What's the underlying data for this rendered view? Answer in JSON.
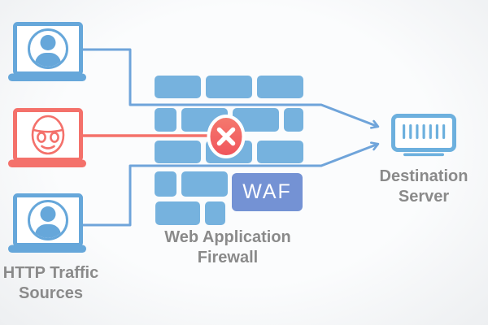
{
  "diagram_title": "Web Application Firewall diagram",
  "labels": {
    "sources": "HTTP Traffic Sources",
    "firewall": "Web Application Firewall",
    "waf_badge": "WAF",
    "destination": "Destination Server"
  },
  "sources": {
    "items": [
      {
        "id": "legit-user-top",
        "icon": "user-avatar-icon",
        "status": "allowed"
      },
      {
        "id": "malicious-user",
        "icon": "hacker-face-icon",
        "status": "blocked"
      },
      {
        "id": "legit-user-bottom",
        "icon": "user-avatar-icon",
        "status": "allowed"
      }
    ]
  },
  "icons": {
    "user": "person-in-circle",
    "hacker": "masked-face",
    "blocked": "x-in-circle",
    "server": "rack-server",
    "firewall": "brick-wall"
  },
  "colors": {
    "blue": "#66a7da",
    "red": "#f4716b",
    "brick": "#76b2de",
    "line": "#6fa4da",
    "waf": "#7492d4",
    "blocked_top": "#f57a6e",
    "blocked_bottom": "#f0545c",
    "server": "#6db0de",
    "text": "#8a8a8a",
    "bg_center": "#fbfcfd",
    "bg_edge": "#edeff1"
  }
}
